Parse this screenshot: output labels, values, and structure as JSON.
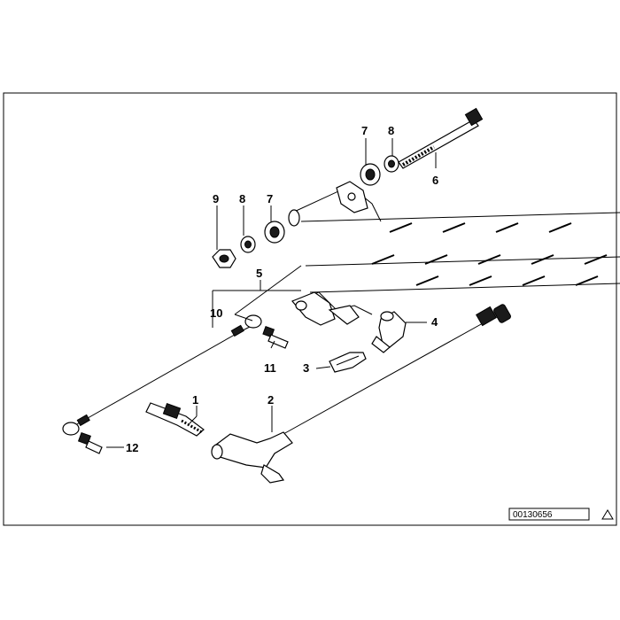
{
  "diagram": {
    "callouts": [
      {
        "id": "c1",
        "text": "1"
      },
      {
        "id": "c2",
        "text": "2"
      },
      {
        "id": "c3",
        "text": "3"
      },
      {
        "id": "c4",
        "text": "4"
      },
      {
        "id": "c5",
        "text": "5"
      },
      {
        "id": "c6",
        "text": "6"
      },
      {
        "id": "c7a",
        "text": "7"
      },
      {
        "id": "c7b",
        "text": "7"
      },
      {
        "id": "c8a",
        "text": "8"
      },
      {
        "id": "c8b",
        "text": "8"
      },
      {
        "id": "c9",
        "text": "9"
      },
      {
        "id": "c10",
        "text": "10"
      },
      {
        "id": "c11",
        "text": "11"
      },
      {
        "id": "c12",
        "text": "12"
      }
    ],
    "reference_number": "00130656",
    "warning_symbol": "triangle-icon"
  }
}
